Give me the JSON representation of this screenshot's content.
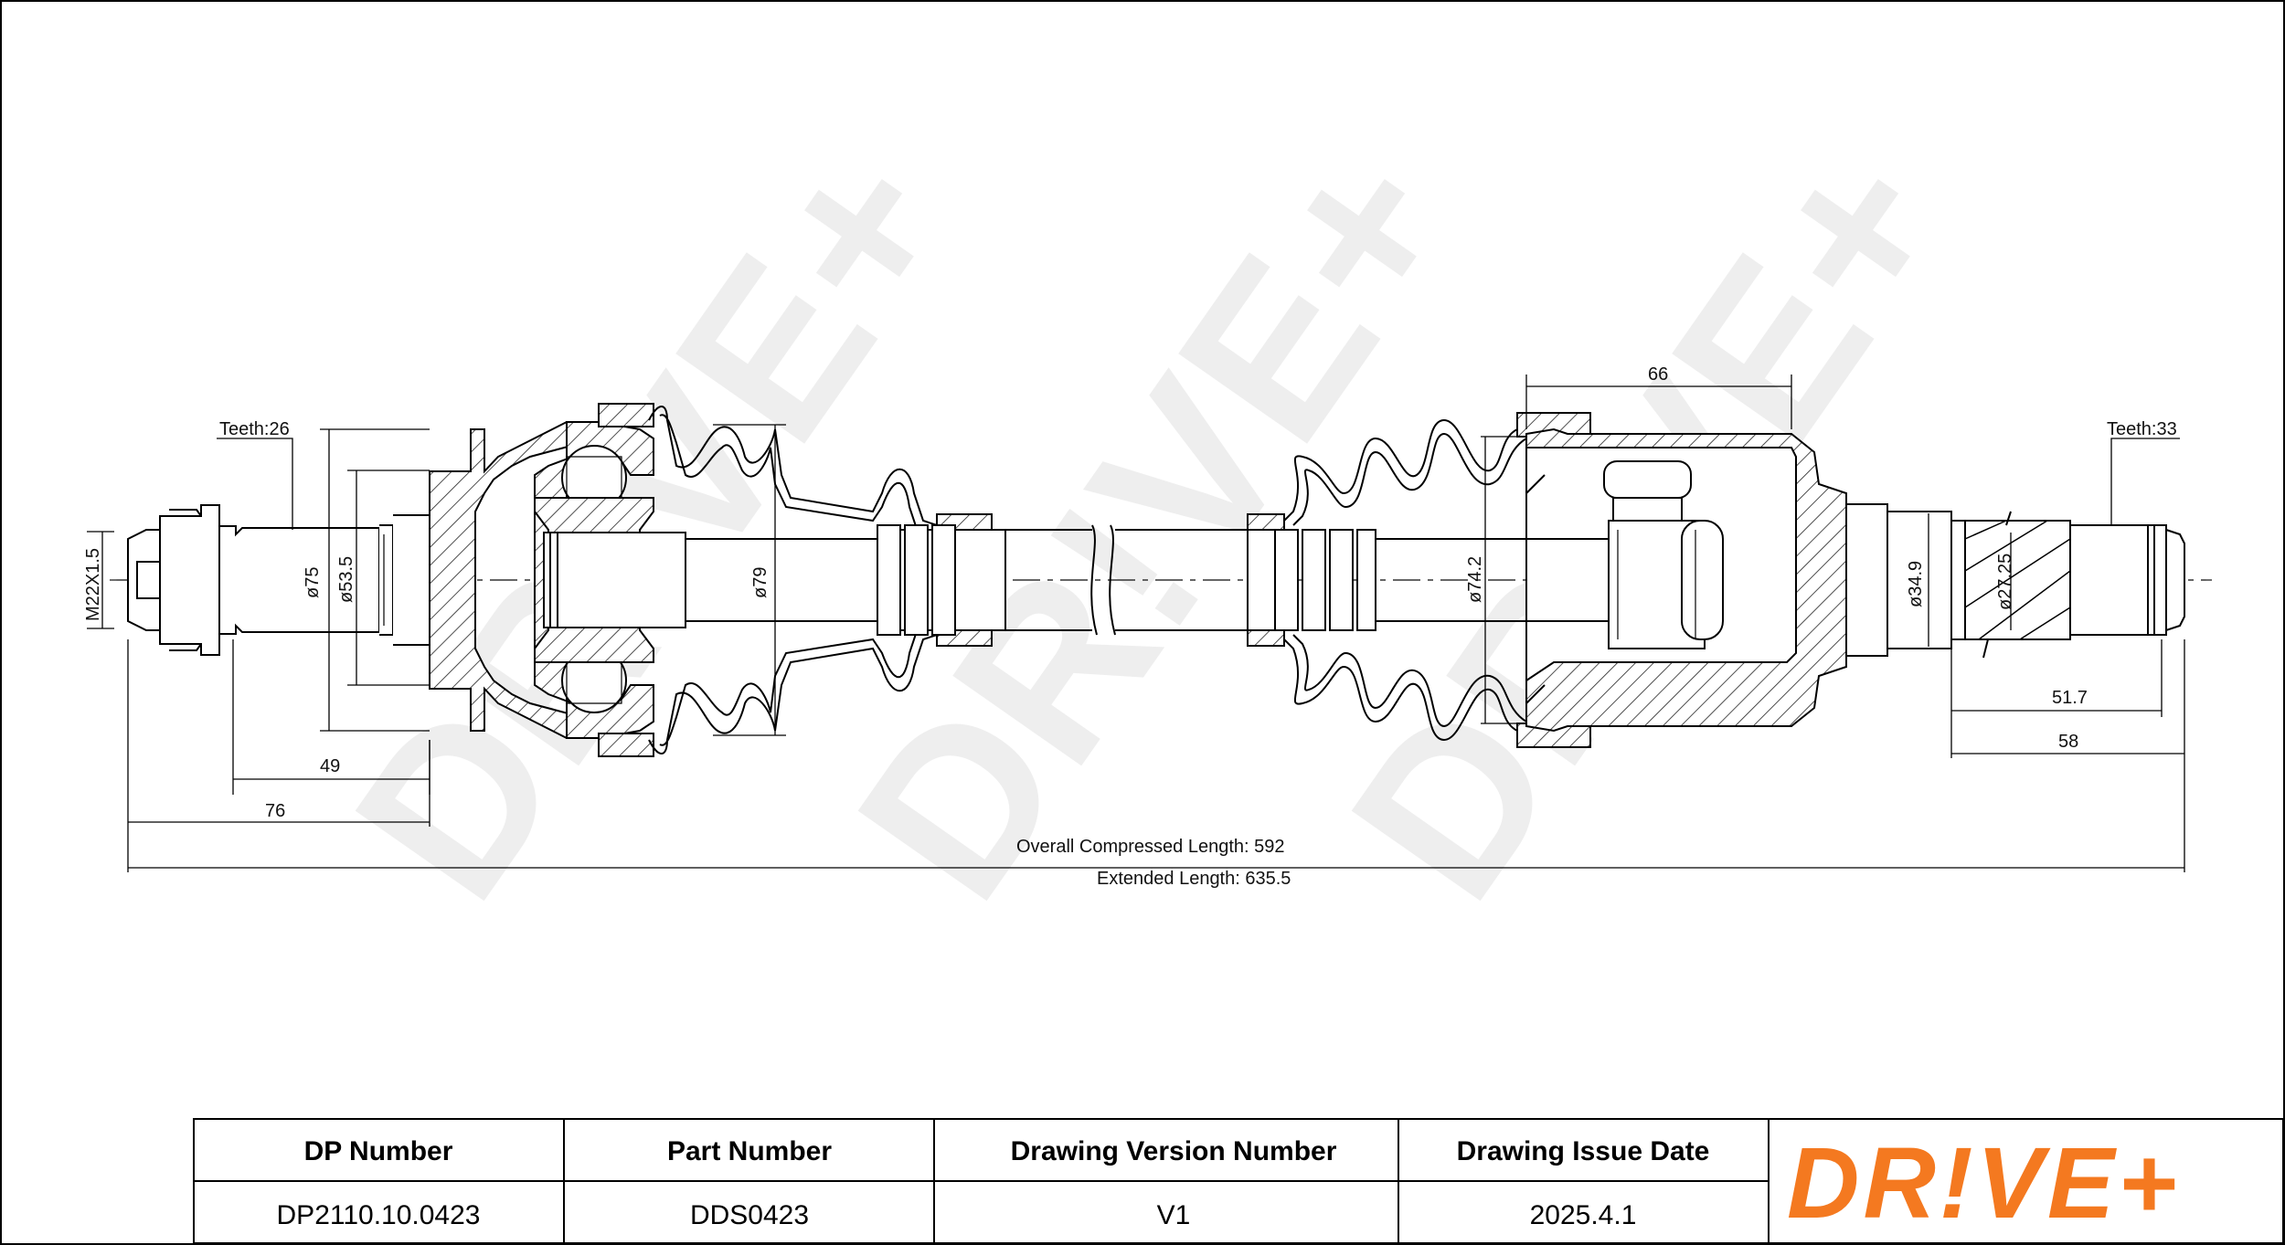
{
  "dimensions": {
    "teeth_left": "Teeth:26",
    "teeth_right": "Teeth:33",
    "thread": "M22X1.5",
    "d75": "ø75",
    "d53_5": "ø53.5",
    "d79": "ø79",
    "d74_2": "ø74.2",
    "d34_9": "ø34.9",
    "d27_25": "ø27.25",
    "len49": "49",
    "len76": "76",
    "len66": "66",
    "len51_7": "51.7",
    "len58": "58",
    "overall": "Overall  Compressed  Length: 592",
    "extended": "Extended  Length: 635.5"
  },
  "title_block": {
    "headers": [
      "DP Number",
      "Part Number",
      "Drawing Version Number",
      "Drawing Issue Date"
    ],
    "values": [
      "DP2110.10.0423",
      "DDS0423",
      "V1",
      "2025.4.1"
    ]
  },
  "logo": {
    "text": "DR!VE+",
    "color": "#f47920"
  },
  "watermark": {
    "text": "DR!VE+"
  }
}
